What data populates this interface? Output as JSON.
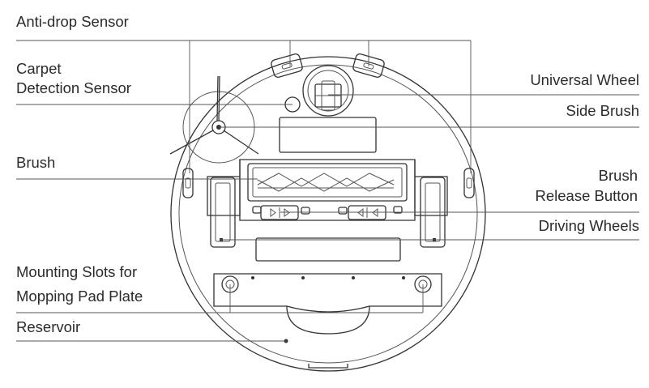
{
  "labels": {
    "anti_drop_sensor": "Anti-drop Sensor",
    "carpet_line1": "Carpet",
    "carpet_line2": "Detection Sensor",
    "brush": "Brush",
    "mounting_line1": "Mounting Slots for",
    "mounting_line2": "Mopping Pad Plate",
    "reservoir": "Reservoir",
    "universal_wheel": "Universal Wheel",
    "side_brush": "Side Brush",
    "release_line1": "Brush",
    "release_line2": "Release Button",
    "driving_wheels": "Driving Wheels"
  }
}
